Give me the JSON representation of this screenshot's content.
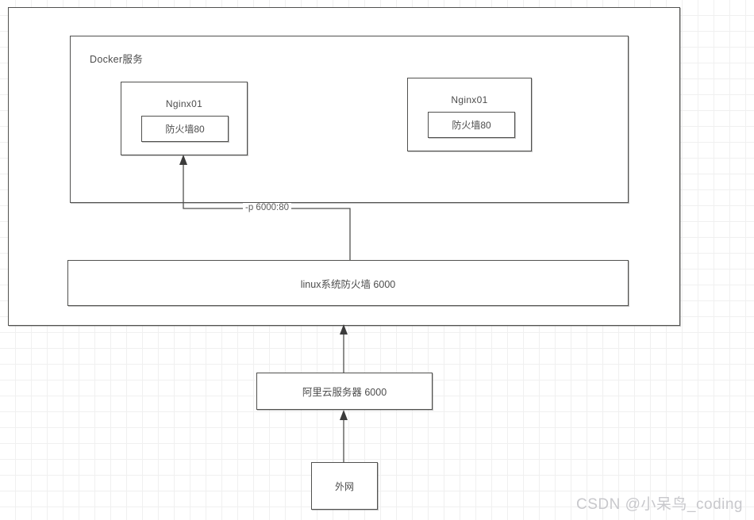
{
  "diagram": {
    "outer_host": {
      "label": ""
    },
    "docker": {
      "label": "Docker服务"
    },
    "containers": [
      {
        "title": "Nginx01",
        "inner_label": "防火墙80"
      },
      {
        "title": "Nginx01",
        "inner_label": "防火墙80"
      }
    ],
    "port_mapping": {
      "label": "-p 6000:80"
    },
    "linux_firewall": {
      "label": "linux系统防火墙 6000"
    },
    "cloud_server": {
      "label": "阿里云服务器 6000"
    },
    "external_network": {
      "label": "外网"
    }
  },
  "watermark": {
    "text": "CSDN @小呆鸟_coding"
  },
  "colors": {
    "stroke": "#51514f",
    "text": "#4c4c4c",
    "grid": "#f0f0f0",
    "watermark": "#c8c8cc",
    "background": "#ffffff"
  }
}
